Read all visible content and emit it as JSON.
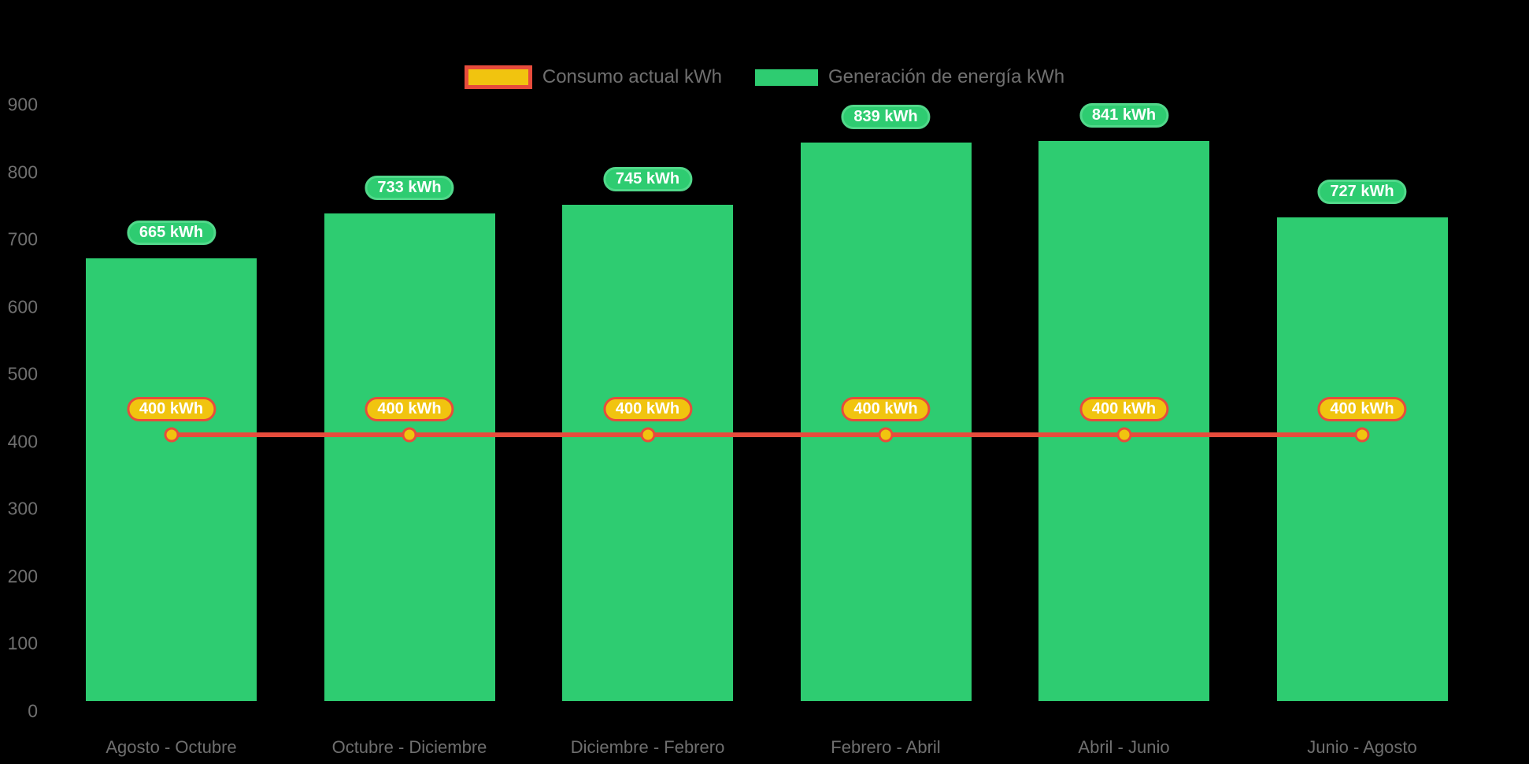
{
  "chart_data": {
    "type": "bar",
    "subtype": "bar-with-line-overlay",
    "title": "",
    "categories": [
      "Agosto - Octubre",
      "Octubre - Diciembre",
      "Diciembre - Febrero",
      "Febrero - Abril",
      "Abril - Junio",
      "Junio - Agosto"
    ],
    "series": [
      {
        "name": "Consumo actual kWh",
        "type": "line",
        "values": [
          400,
          400,
          400,
          400,
          400,
          400
        ],
        "point_labels": [
          "400 kWh",
          "400 kWh",
          "400 kWh",
          "400 kWh",
          "400 kWh",
          "400 kWh"
        ],
        "line_color": "#e74c3c",
        "marker_fill": "#f1c40f",
        "marker_border": "#e74c3c"
      },
      {
        "name": "Generación de energía kWh",
        "type": "bar",
        "values": [
          665,
          733,
          745,
          839,
          841,
          727
        ],
        "point_labels": [
          "665 kWh",
          "733 kWh",
          "745 kWh",
          "839 kWh",
          "841 kWh",
          "727 kWh"
        ],
        "bar_color": "#2ecc71"
      }
    ],
    "y_ticks": [
      0,
      100,
      200,
      300,
      400,
      500,
      600,
      700,
      800,
      900
    ],
    "ylim": [
      0,
      900
    ],
    "xlabel": "",
    "ylabel": "",
    "grid": false,
    "legend_position": "top",
    "background": "#000000",
    "axis_text_color": "#6f6f6f",
    "data_label_text_color": "#ffffff"
  }
}
